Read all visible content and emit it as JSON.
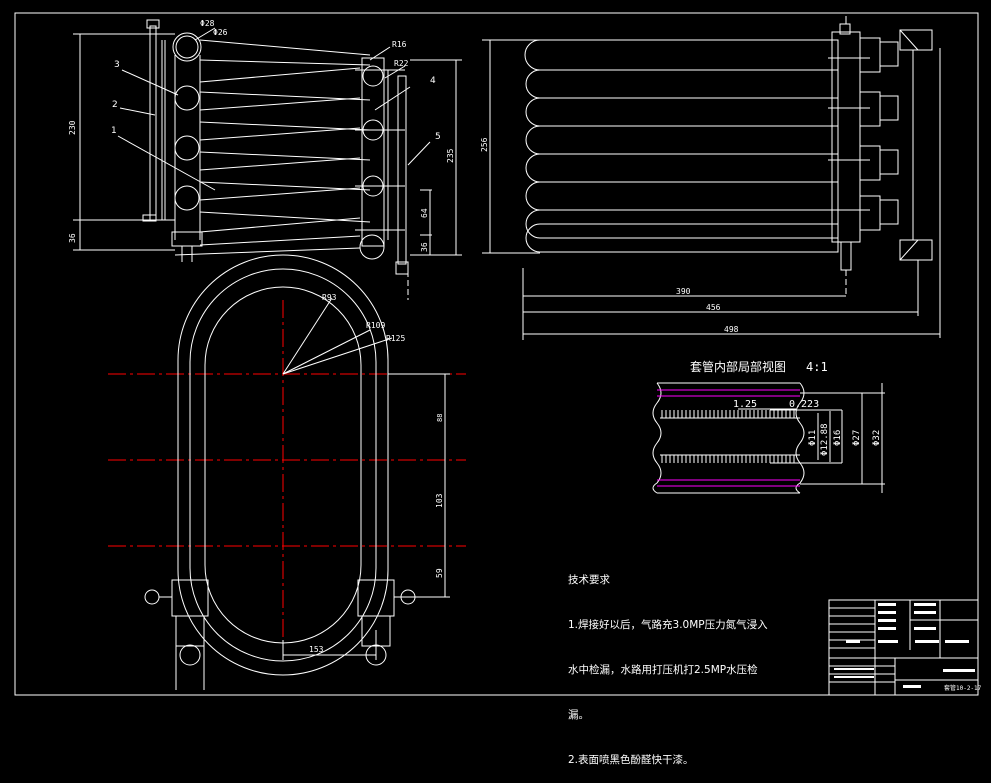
{
  "drawing": {
    "background": "#000000",
    "line_color": "#ffffff",
    "center_line_color": "#ff0000",
    "magenta": "#ff00ff"
  },
  "left_view": {
    "part_labels": [
      "1",
      "2",
      "3",
      "4",
      "5"
    ],
    "dims": {
      "d28": "Φ28",
      "d26": "Φ26",
      "r16": "R16",
      "r22": "R22",
      "h230": "230",
      "h36": "36",
      "h235": "235",
      "h64": "64",
      "h36b": "36"
    }
  },
  "front_view": {
    "dims": {
      "h256": "256",
      "w390": "390",
      "w456": "456",
      "w498": "498"
    }
  },
  "bottom_view": {
    "dims": {
      "r93": "R93",
      "r109": "R109",
      "r125": "R125",
      "v103": "103",
      "v59": "59",
      "v88": "88",
      "w153": "153"
    }
  },
  "detail_view": {
    "title": "套管内部局部视图",
    "scale": "4:1",
    "dims": {
      "pitch": "1.25",
      "fin": "0.223",
      "d11": "Φ11",
      "d12": "Φ12.88",
      "d16": "Φ16",
      "d27": "Φ27",
      "d32": "Φ32"
    }
  },
  "tech_req": {
    "heading": "技术要求",
    "lines": [
      "1.焊接好以后，气路充3.0MP压力氮气浸入",
      "水中检漏，水路用打压机打2.5MP水压检",
      "漏。",
      "2.表面喷黑色酚醛快干漆。"
    ]
  },
  "title_block": {
    "date_code": "套管10-2-17"
  }
}
